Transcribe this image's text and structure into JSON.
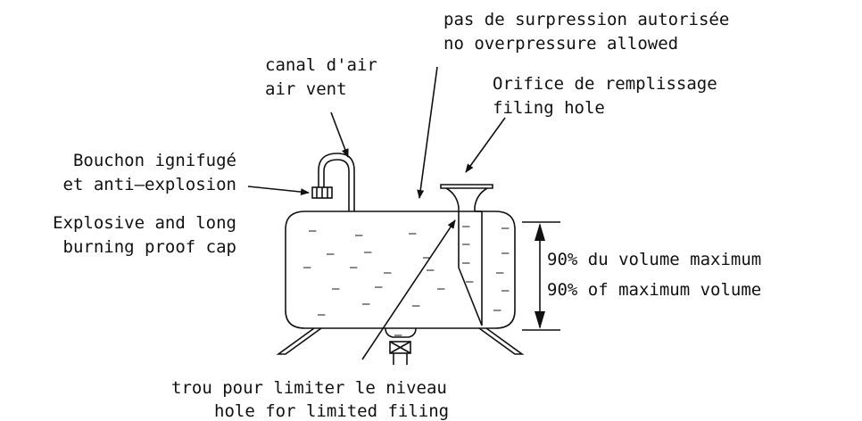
{
  "labels": {
    "no_overpressure_fr": "pas de surpression autorisée",
    "no_overpressure_en": "no overpressure allowed",
    "air_vent_fr": "canal d'air",
    "air_vent_en": "air vent",
    "filling_hole_fr": "Orifice de remplissage",
    "filling_hole_en": "filing hole",
    "cap_fr_1": "Bouchon ignifugé",
    "cap_fr_2": "et anti—explosion",
    "cap_en_1": "Explosive and long",
    "cap_en_2": "burning proof cap",
    "volume_fr": "90% du volume maximum",
    "volume_en": "90% of maximum volume",
    "level_hole_fr": "trou pour limiter le niveau",
    "level_hole_en": "hole for limited filing"
  }
}
